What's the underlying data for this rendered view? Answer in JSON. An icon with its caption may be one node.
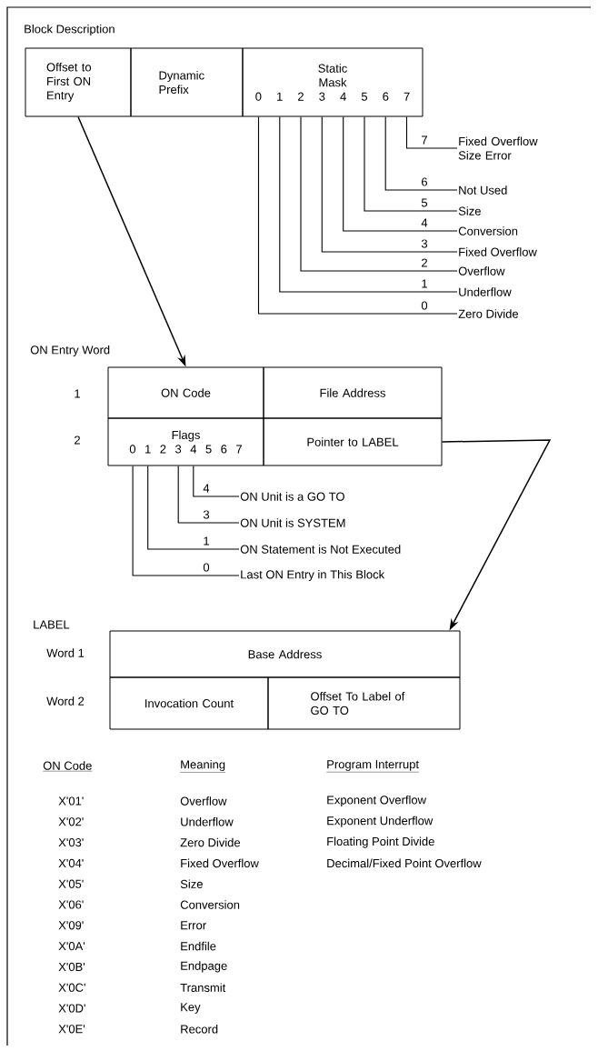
{
  "diagram": {
    "nodes": [
      {
        "text": [
          "Offset to First ON Entry"
        ]
      },
      {
        "text": [
          "Dynamic Prefix"
        ]
      },
      {
        "text": [
          "Static Mask",
          "0 1 2 3 4 5 6 7"
        ]
      },
      {
        "text": [
          "Fixed Overflow Size Error"
        ]
      },
      {
        "text": [
          "Not Used"
        ]
      },
      {
        "text": [
          "Size"
        ]
      },
      {
        "text": [
          "Conversion"
        ]
      },
      {
        "text": [
          "Fixed Overflow"
        ]
      },
      {
        "text": [
          "Overflow"
        ]
      },
      {
        "text": [
          "Underflow"
        ]
      },
      {
        "text": [
          "Zero Divide"
        ]
      },
      {
        "text": [
          "ON Code"
        ]
      },
      {
        "text": [
          "File Address"
        ]
      },
      {
        "text": [
          "Flags",
          "0 1 2 3 4 5 6 7"
        ]
      },
      {
        "text": [
          "Pointer to LABEL"
        ]
      },
      {
        "text": [
          "ON Unit is a GO TO"
        ]
      },
      {
        "text": [
          "ON Unit is SYSTEM"
        ]
      },
      {
        "text": [
          "ON Statement is Not Executed"
        ]
      },
      {
        "text": [
          "Last ON Entry in This Block"
        ]
      },
      {
        "text": [
          "Base Address"
        ]
      },
      {
        "text": [
          "Invocation Count"
        ]
      },
      {
        "text": [
          "Offset To Label of GO TO"
        ]
      }
    ],
    "edges": [
      {
        "from": 0,
        "to": 11,
        "arrow": "to"
      },
      {
        "from": 3,
        "to": 2,
        "arrow": "none",
        "label": "7"
      },
      {
        "from": 4,
        "to": 2,
        "arrow": "none",
        "label": "6"
      },
      {
        "from": 5,
        "to": 2,
        "arrow": "none",
        "label": "5"
      },
      {
        "from": 6,
        "to": 2,
        "arrow": "none",
        "label": "4"
      },
      {
        "from": 7,
        "to": 2,
        "arrow": "none",
        "label": "3"
      },
      {
        "from": 8,
        "to": 2,
        "arrow": "none",
        "label": "2"
      },
      {
        "from": 9,
        "to": 2,
        "arrow": "none",
        "label": "1"
      },
      {
        "from": 10,
        "to": 2,
        "arrow": "none",
        "label": "0"
      },
      {
        "from": 15,
        "to": 13,
        "arrow": "none",
        "label": "4"
      },
      {
        "from": 16,
        "to": 13,
        "arrow": "none",
        "label": "3"
      },
      {
        "from": 17,
        "to": 13,
        "arrow": "none",
        "label": "1"
      },
      {
        "from": 18,
        "to": 13,
        "arrow": "none",
        "label": "0"
      },
      {
        "from": 14,
        "to": 19,
        "arrow": "to"
      }
    ],
    "labels": [
      "Block Description",
      "ON Entry Word",
      "1",
      "2",
      "LABEL",
      "Word 1",
      "Word 2",
      "ON Code",
      "Meaning",
      "Program Interrupt",
      "X'01'",
      "Overflow",
      "Exponent Overflow",
      "X'02'",
      "Underflow",
      "Exponent Underflow",
      "X'03'",
      "Zero Divide",
      "Floating Point Divide",
      "X'04'",
      "Fixed Overflow",
      "Decimal/Fixed Point Overflow",
      "X'05'",
      "Size",
      "X'06'",
      "Conversion",
      "X'09'",
      "Error",
      "X'0A'",
      "Endfile",
      "X'0B'",
      "Endpage",
      "X'0C'",
      "Transmit",
      "X'0D'",
      "Key",
      "X'0E'",
      "Record"
    ]
  }
}
